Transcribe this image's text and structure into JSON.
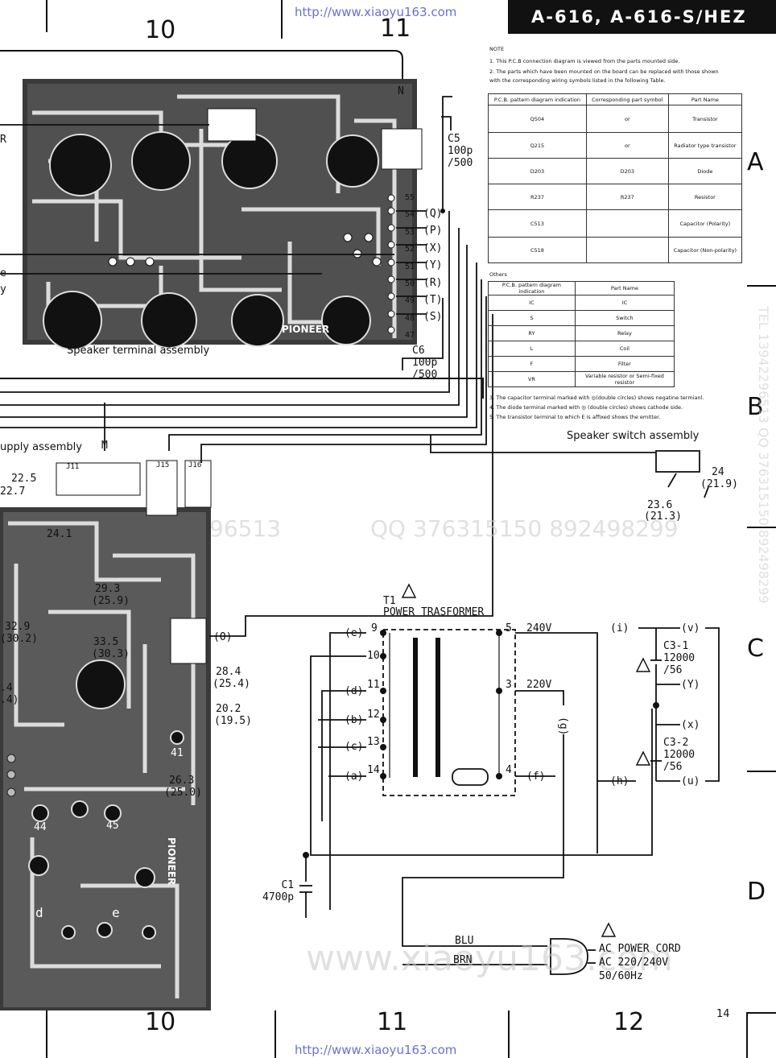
{
  "header": {
    "model": "A-616, A-616-S/HEZ",
    "url_top": "http://www.xiaoyu163.com",
    "url_bottom": "http://www.xiaoyu163.com",
    "page_number": "14"
  },
  "grid": {
    "columns_top": [
      "10",
      "11"
    ],
    "columns_bottom": [
      "10",
      "11",
      "12"
    ],
    "rows": [
      "A",
      "B",
      "C",
      "D"
    ]
  },
  "watermark": {
    "text": "QQ 376315150 892498299",
    "side": "TEL 13942296513 QQ 376315150 892498299",
    "footer": "www.xiaoyu163.com",
    "partial": "96513"
  },
  "notes": {
    "title": "NOTE",
    "n1": "1.   This P.C.B connection diagram is viewed from the parts mounted side.",
    "n2": "2.   The parts which have been mounted on the board can be replaced with those shown",
    "n2b": "      with the corresponding wiring symbols listed in the following Table.",
    "n3": "3.   The capacitor terminal marked with ◎(double circles) shows negatine termianl.",
    "n4": "4.   The diode terminal marked with ◎ (double circles) shows cathode side.",
    "n5": "5.   The transistor terminal to which E is affixed shows the emitter."
  },
  "table1": {
    "headers": [
      "P.C.B. pattern diagram indication",
      "Corresponding part symbol",
      "Part Name"
    ],
    "rows": [
      {
        "pcb": "Q504",
        "name": "Transistor",
        "sym": "or"
      },
      {
        "pcb": "Q215",
        "name": "Radiator type transistor",
        "sym": "or"
      },
      {
        "pcb": "D203",
        "name": "Diode",
        "sym": "D203"
      },
      {
        "pcb": "R237",
        "name": "Resistor",
        "sym": "R237"
      },
      {
        "pcb": "C513",
        "name": "Capacitor (Polarity)",
        "sym": ""
      },
      {
        "pcb": "C518",
        "name": "Capacitor (Non-polarity)",
        "sym": ""
      }
    ]
  },
  "table2": {
    "title": "Others",
    "headers": [
      "P.C.B. pattern diagram indication",
      "Part Name"
    ],
    "rows": [
      [
        "IC",
        "IC"
      ],
      [
        "S",
        "Switch"
      ],
      [
        "RY",
        "Relay"
      ],
      [
        "L",
        "Coil"
      ],
      [
        "F",
        "Filter"
      ],
      [
        "VR",
        "Variable resistor or Semi-fixed resistor"
      ]
    ]
  },
  "labels": {
    "speaker_terminal": "Speaker terminal assembly",
    "power_supply": "upply assembly",
    "speaker_switch": "Speaker switch assembly",
    "power_transformer": "POWER TRASFORMER",
    "t1": "T1",
    "c5": [
      "C5",
      "100p",
      "/500"
    ],
    "c6": [
      "C6",
      "100p",
      "/500"
    ],
    "c1": [
      "C1",
      "4700p"
    ],
    "c31": [
      "C3-1",
      "12000",
      "/56"
    ],
    "c32": [
      "C3-2",
      "12000",
      "/56"
    ],
    "ac": [
      "AC POWER CORD",
      "AC 220/240V",
      "50/60Hz"
    ],
    "blu": "BLU",
    "brn": "BRN",
    "v240": "240V",
    "v220": "220V",
    "pioneer": "PIONEER"
  },
  "connectors": {
    "right": [
      "(Q)",
      "(P)",
      "(X)",
      "(Y)",
      "(R)",
      "(T)",
      "(S)"
    ],
    "pins": [
      "55",
      "54",
      "53",
      "52",
      "51",
      "50",
      "49",
      "48",
      "47"
    ]
  },
  "transformer_pins": {
    "left": [
      "9",
      "10",
      "11",
      "12",
      "13",
      "14"
    ],
    "left_tags": [
      "(e)",
      "",
      "(d)",
      "(b)",
      "(c)",
      "(a)"
    ],
    "right": [
      "5",
      "3",
      "4"
    ],
    "right_tags": [
      "",
      "",
      "(f)"
    ]
  },
  "cap_tags": {
    "left": [
      "(i)",
      "(h)"
    ],
    "right": [
      "(v)",
      "(Y)",
      "(x)",
      "(u)"
    ],
    "g": "(g)"
  },
  "voltages": [
    {
      "v": "22.5"
    },
    {
      "v": "22.7"
    },
    {
      "v": "24.1"
    },
    {
      "v": "29.3"
    },
    {
      "v": "(25.9)"
    },
    {
      "v": "32.9"
    },
    {
      "v": "(30.2)"
    },
    {
      "v": "33.5"
    },
    {
      "v": "(30.3)"
    },
    {
      "v": "28.4"
    },
    {
      "v": "(25.4)"
    },
    {
      "v": "20.2"
    },
    {
      "v": "(19.5)"
    },
    {
      "v": "26.3"
    },
    {
      "v": "(25.0)"
    },
    {
      "v": "24"
    },
    {
      "v": "(21.9)"
    },
    {
      "v": "23.6"
    },
    {
      "v": "(21.3)"
    },
    {
      "v": ".4"
    },
    {
      "v": ".4)"
    }
  ],
  "misc": {
    "N": "N",
    "M": "M",
    "O": "(O)",
    "J11": "J11",
    "J15": "J15",
    "J16": "J16",
    "pin41": "41",
    "pin44": "44",
    "pin45": "45",
    "d": "d",
    "e": "e",
    "R": "R",
    "e2": "e",
    "y": "y"
  }
}
